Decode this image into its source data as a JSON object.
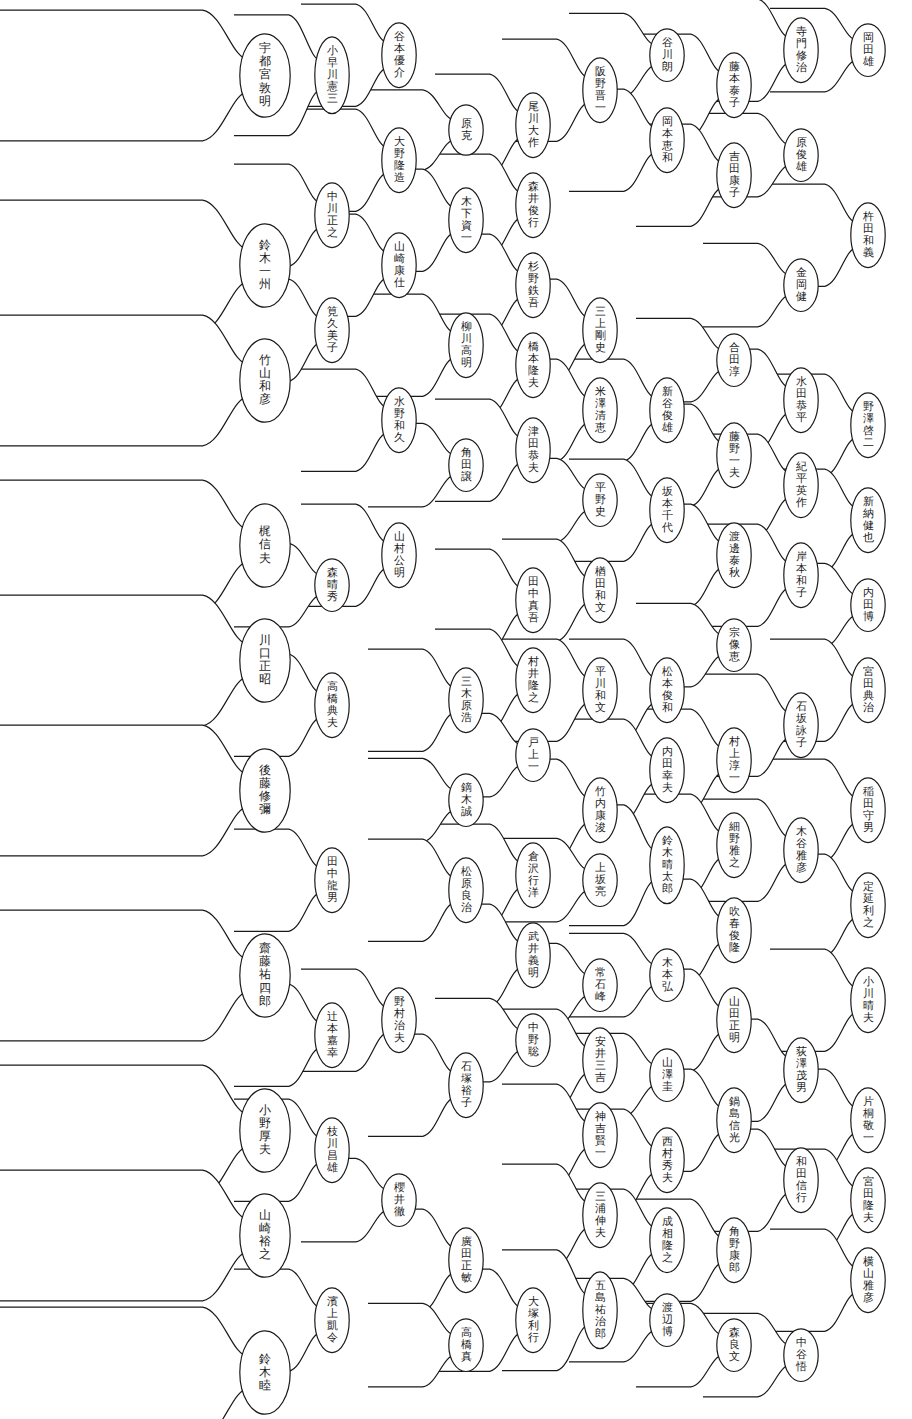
{
  "diagram": {
    "nodes": [
      {
        "text": [
          "岡田雄"
        ]
      },
      {
        "text": [
          "杵田和義"
        ]
      },
      {
        "text": [
          "野澤啓二"
        ]
      },
      {
        "text": [
          "新納健也"
        ]
      },
      {
        "text": [
          "内田博"
        ]
      },
      {
        "text": [
          "宮田典治"
        ]
      },
      {
        "text": [
          "稲田守男"
        ]
      },
      {
        "text": [
          "定延利之"
        ]
      },
      {
        "text": [
          "小川晴夫"
        ]
      },
      {
        "text": [
          "片桐敬一"
        ]
      },
      {
        "text": [
          "宮田隆夫"
        ]
      },
      {
        "text": [
          "横山雅彦"
        ]
      },
      {
        "text": [
          "寺門修治"
        ]
      },
      {
        "text": [
          "原俊雄"
        ]
      },
      {
        "text": [
          "金岡健"
        ]
      },
      {
        "text": [
          "水田恭平"
        ]
      },
      {
        "text": [
          "紀平英作"
        ]
      },
      {
        "text": [
          "岸本和子"
        ]
      },
      {
        "text": [
          "石坂詠子"
        ]
      },
      {
        "text": [
          "木谷雅彦"
        ]
      },
      {
        "text": [
          "荻澤茂男"
        ]
      },
      {
        "text": [
          "和田信行"
        ]
      },
      {
        "text": [
          "中谷悟"
        ]
      },
      {
        "text": [
          "藤本泰子"
        ]
      },
      {
        "text": [
          "吉田康子"
        ]
      },
      {
        "text": [
          "合田淳"
        ]
      },
      {
        "text": [
          "藤野一夫"
        ]
      },
      {
        "text": [
          "渡邊泰秋"
        ]
      },
      {
        "text": [
          "宗像恵"
        ]
      },
      {
        "text": [
          "村上淳一"
        ]
      },
      {
        "text": [
          "細野雅之"
        ]
      },
      {
        "text": [
          "吹春俊隆"
        ]
      },
      {
        "text": [
          "山田正明"
        ]
      },
      {
        "text": [
          "鍋島信光"
        ]
      },
      {
        "text": [
          "角野康郎"
        ]
      },
      {
        "text": [
          "森良文"
        ]
      },
      {
        "text": [
          "谷川朗"
        ]
      },
      {
        "text": [
          "岡本恵和"
        ]
      },
      {
        "text": [
          "新谷俊雄"
        ]
      },
      {
        "text": [
          "坂本千代"
        ]
      },
      {
        "text": [
          "松本俊和"
        ]
      },
      {
        "text": [
          "内田幸夫"
        ]
      },
      {
        "text": [
          "鈴木晴太郎"
        ]
      },
      {
        "text": [
          "木本弘"
        ]
      },
      {
        "text": [
          "山澤圭"
        ]
      },
      {
        "text": [
          "西村秀夫"
        ]
      },
      {
        "text": [
          "成相隆之"
        ]
      },
      {
        "text": [
          "渡辺博"
        ]
      },
      {
        "text": [
          "阪野晋一"
        ]
      },
      {
        "text": [
          "三上剛史"
        ]
      },
      {
        "text": [
          "米澤清恵"
        ]
      },
      {
        "text": [
          "平野史"
        ]
      },
      {
        "text": [
          "楢田和文"
        ]
      },
      {
        "text": [
          "平川和文"
        ]
      },
      {
        "text": [
          "竹内康浚"
        ]
      },
      {
        "text": [
          "上坂亮"
        ]
      },
      {
        "text": [
          "常石峰"
        ]
      },
      {
        "text": [
          "安井三吉"
        ]
      },
      {
        "text": [
          "神吉賢一"
        ]
      },
      {
        "text": [
          "三浦伸夫"
        ]
      },
      {
        "text": [
          "五島祐治郎"
        ]
      },
      {
        "text": [
          "尾川大作"
        ]
      },
      {
        "text": [
          "森井俊行"
        ]
      },
      {
        "text": [
          "杉野鉄吾"
        ]
      },
      {
        "text": [
          "橋本隆夫"
        ]
      },
      {
        "text": [
          "津田恭夫"
        ]
      },
      {
        "text": [
          "田中真吾"
        ]
      },
      {
        "text": [
          "村井隆之"
        ]
      },
      {
        "text": [
          "戸上一"
        ]
      },
      {
        "text": [
          "倉沢行洋"
        ]
      },
      {
        "text": [
          "武井義明"
        ]
      },
      {
        "text": [
          "中野聡"
        ]
      },
      {
        "text": [
          "大塚利行"
        ]
      },
      {
        "text": [
          "原克"
        ]
      },
      {
        "text": [
          "木下資一"
        ]
      },
      {
        "text": [
          "柳川高明"
        ]
      },
      {
        "text": [
          "角田譲"
        ]
      },
      {
        "text": [
          "三木原浩"
        ]
      },
      {
        "text": [
          "鏑木誠"
        ]
      },
      {
        "text": [
          "松原良治"
        ]
      },
      {
        "text": [
          "石塚裕子"
        ]
      },
      {
        "text": [
          "廣田正敏"
        ]
      },
      {
        "text": [
          "高橋真"
        ]
      },
      {
        "text": [
          "谷本優介"
        ]
      },
      {
        "text": [
          "大野隆造"
        ]
      },
      {
        "text": [
          "山崎康仕"
        ]
      },
      {
        "text": [
          "水野和久"
        ]
      },
      {
        "text": [
          "山村公明"
        ]
      },
      {
        "text": [
          "野村治夫"
        ]
      },
      {
        "text": [
          "櫻井徹"
        ]
      },
      {
        "text": [
          "小早川憲三"
        ]
      },
      {
        "text": [
          "中川正之"
        ]
      },
      {
        "text": [
          "筧久美子"
        ]
      },
      {
        "text": [
          "森晴秀"
        ]
      },
      {
        "text": [
          "高橋典夫"
        ]
      },
      {
        "text": [
          "田中龍男"
        ]
      },
      {
        "text": [
          "辻本嘉幸"
        ]
      },
      {
        "text": [
          "枝川昌雄"
        ]
      },
      {
        "text": [
          "濱上凱令"
        ]
      },
      {
        "text": [
          "宇都宮敦明"
        ]
      },
      {
        "text": [
          "鈴木一州"
        ]
      },
      {
        "text": [
          "竹山和彦"
        ]
      },
      {
        "text": [
          "梶信夫"
        ]
      },
      {
        "text": [
          "川口正昭"
        ]
      },
      {
        "text": [
          "後藤修彌"
        ]
      },
      {
        "text": [
          "齋藤祐四郎"
        ]
      },
      {
        "text": [
          "小野厚夫"
        ]
      },
      {
        "text": [
          "山崎裕之"
        ]
      },
      {
        "text": [
          "鈴木睦"
        ]
      }
    ]
  }
}
